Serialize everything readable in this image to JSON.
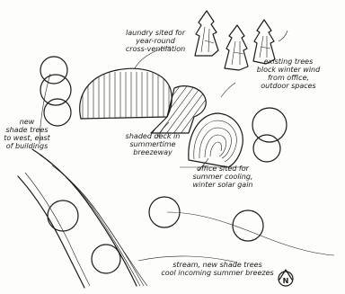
{
  "labels": {
    "laundry": "laundry sited for\nyear-round\ncross-ventilation",
    "existing_trees": "existing trees\nblock winter wind\nfrom office,\noutdoor spaces",
    "new_shade_trees": "new\nshade trees\nto west, east\nof buildings",
    "shaded_deck": "shaded deck in\nsummertime\nbreezeway",
    "office": "office sited for\nsummer cooling,\nwinter solar gain",
    "stream": "stream, new shade trees\ncool incoming summer breezes",
    "north_arrow": "N"
  },
  "icons": {
    "north_arrow": "north-arrow-icon"
  }
}
